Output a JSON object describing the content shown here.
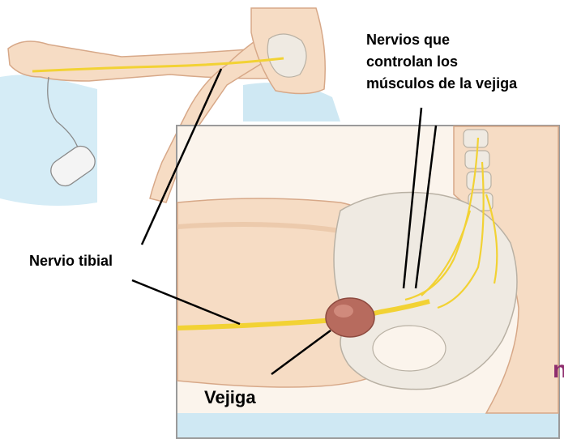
{
  "labels": {
    "bladder_nerves": [
      "Nervios que",
      "controlan los",
      "músculos de la vejiga"
    ],
    "tibial_nerve": "Nervio tibial",
    "bladder": "Vejiga"
  },
  "edge_text": "n",
  "colors": {
    "skin": "#f6dcc4",
    "skin_shadow": "#e8c2a2",
    "nerve": "#f2d234",
    "cushion": "#cfe8f3",
    "bone": "#efeae2",
    "bladder": "#b76b5e",
    "frame": "#9a9a9a",
    "accent": "#8e2d6e"
  }
}
